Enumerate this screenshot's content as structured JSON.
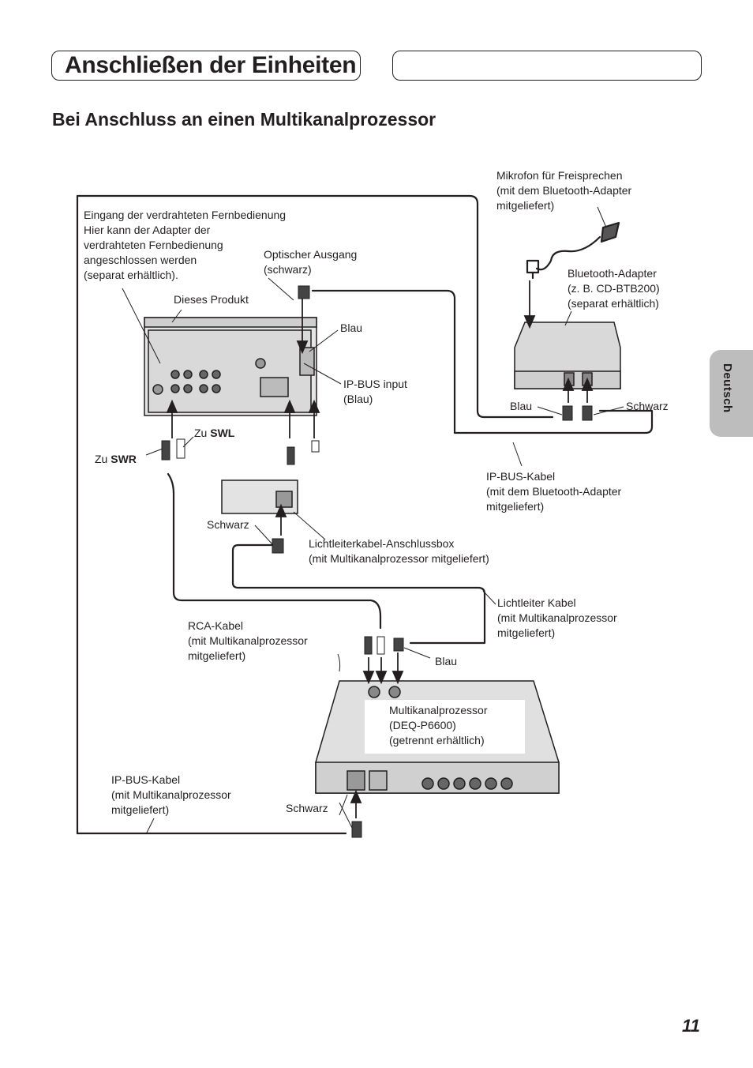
{
  "header": {
    "title": "Anschließen der Einheiten",
    "section": "Bei Anschluss an einen Multikanalprozessor",
    "language_tab": "Deutsch",
    "page_number": "11"
  },
  "labels": {
    "remote_input": [
      "Eingang der verdrahteten Fernbedienung",
      "Hier kann der Adapter der",
      "verdrahteten Fernbedienung",
      "angeschlossen werden",
      "(separat erhältlich)."
    ],
    "optical_out": [
      "Optischer Ausgang",
      "(schwarz)"
    ],
    "this_product": "Dieses Produkt",
    "blau_1": "Blau",
    "ipbus_input": [
      "IP-BUS input",
      "(Blau)"
    ],
    "zu_swl_prefix": "Zu ",
    "zu_swl_bold": "SWL",
    "zu_swr_prefix": "Zu ",
    "zu_swr_bold": "SWR",
    "mic": [
      "Mikrofon für Freisprechen",
      "(mit dem Bluetooth-Adapter",
      "mitgeliefert)"
    ],
    "bt_adapter": [
      "Bluetooth-Adapter",
      "(z. B. CD-BTB200)",
      "(separat erhältlich)"
    ],
    "blau_2": "Blau",
    "schwarz_1": "Schwarz",
    "ipbus_cable_bt": [
      "IP-BUS-Kabel",
      "(mit dem Bluetooth-Adapter",
      "mitgeliefert)"
    ],
    "schwarz_2": "Schwarz",
    "fiber_box": [
      "Lichtleiterkabel-Anschlussbox",
      "(mit Multikanalprozessor mitgeliefert)"
    ],
    "fiber_cable": [
      "Lichtleiter Kabel",
      "(mit Multikanalprozessor",
      "mitgeliefert)"
    ],
    "rca_cable": [
      "RCA-Kabel",
      "(mit Multikanalprozessor",
      "mitgeliefert)"
    ],
    "blau_3": "Blau",
    "processor": [
      "Multikanalprozessor",
      "(DEQ-P6600)",
      "(getrennt erhältlich)"
    ],
    "ipbus_cable_proc": [
      "IP-BUS-Kabel",
      "(mit Multikanalprozessor",
      "mitgeliefert)"
    ],
    "schwarz_3": "Schwarz"
  }
}
